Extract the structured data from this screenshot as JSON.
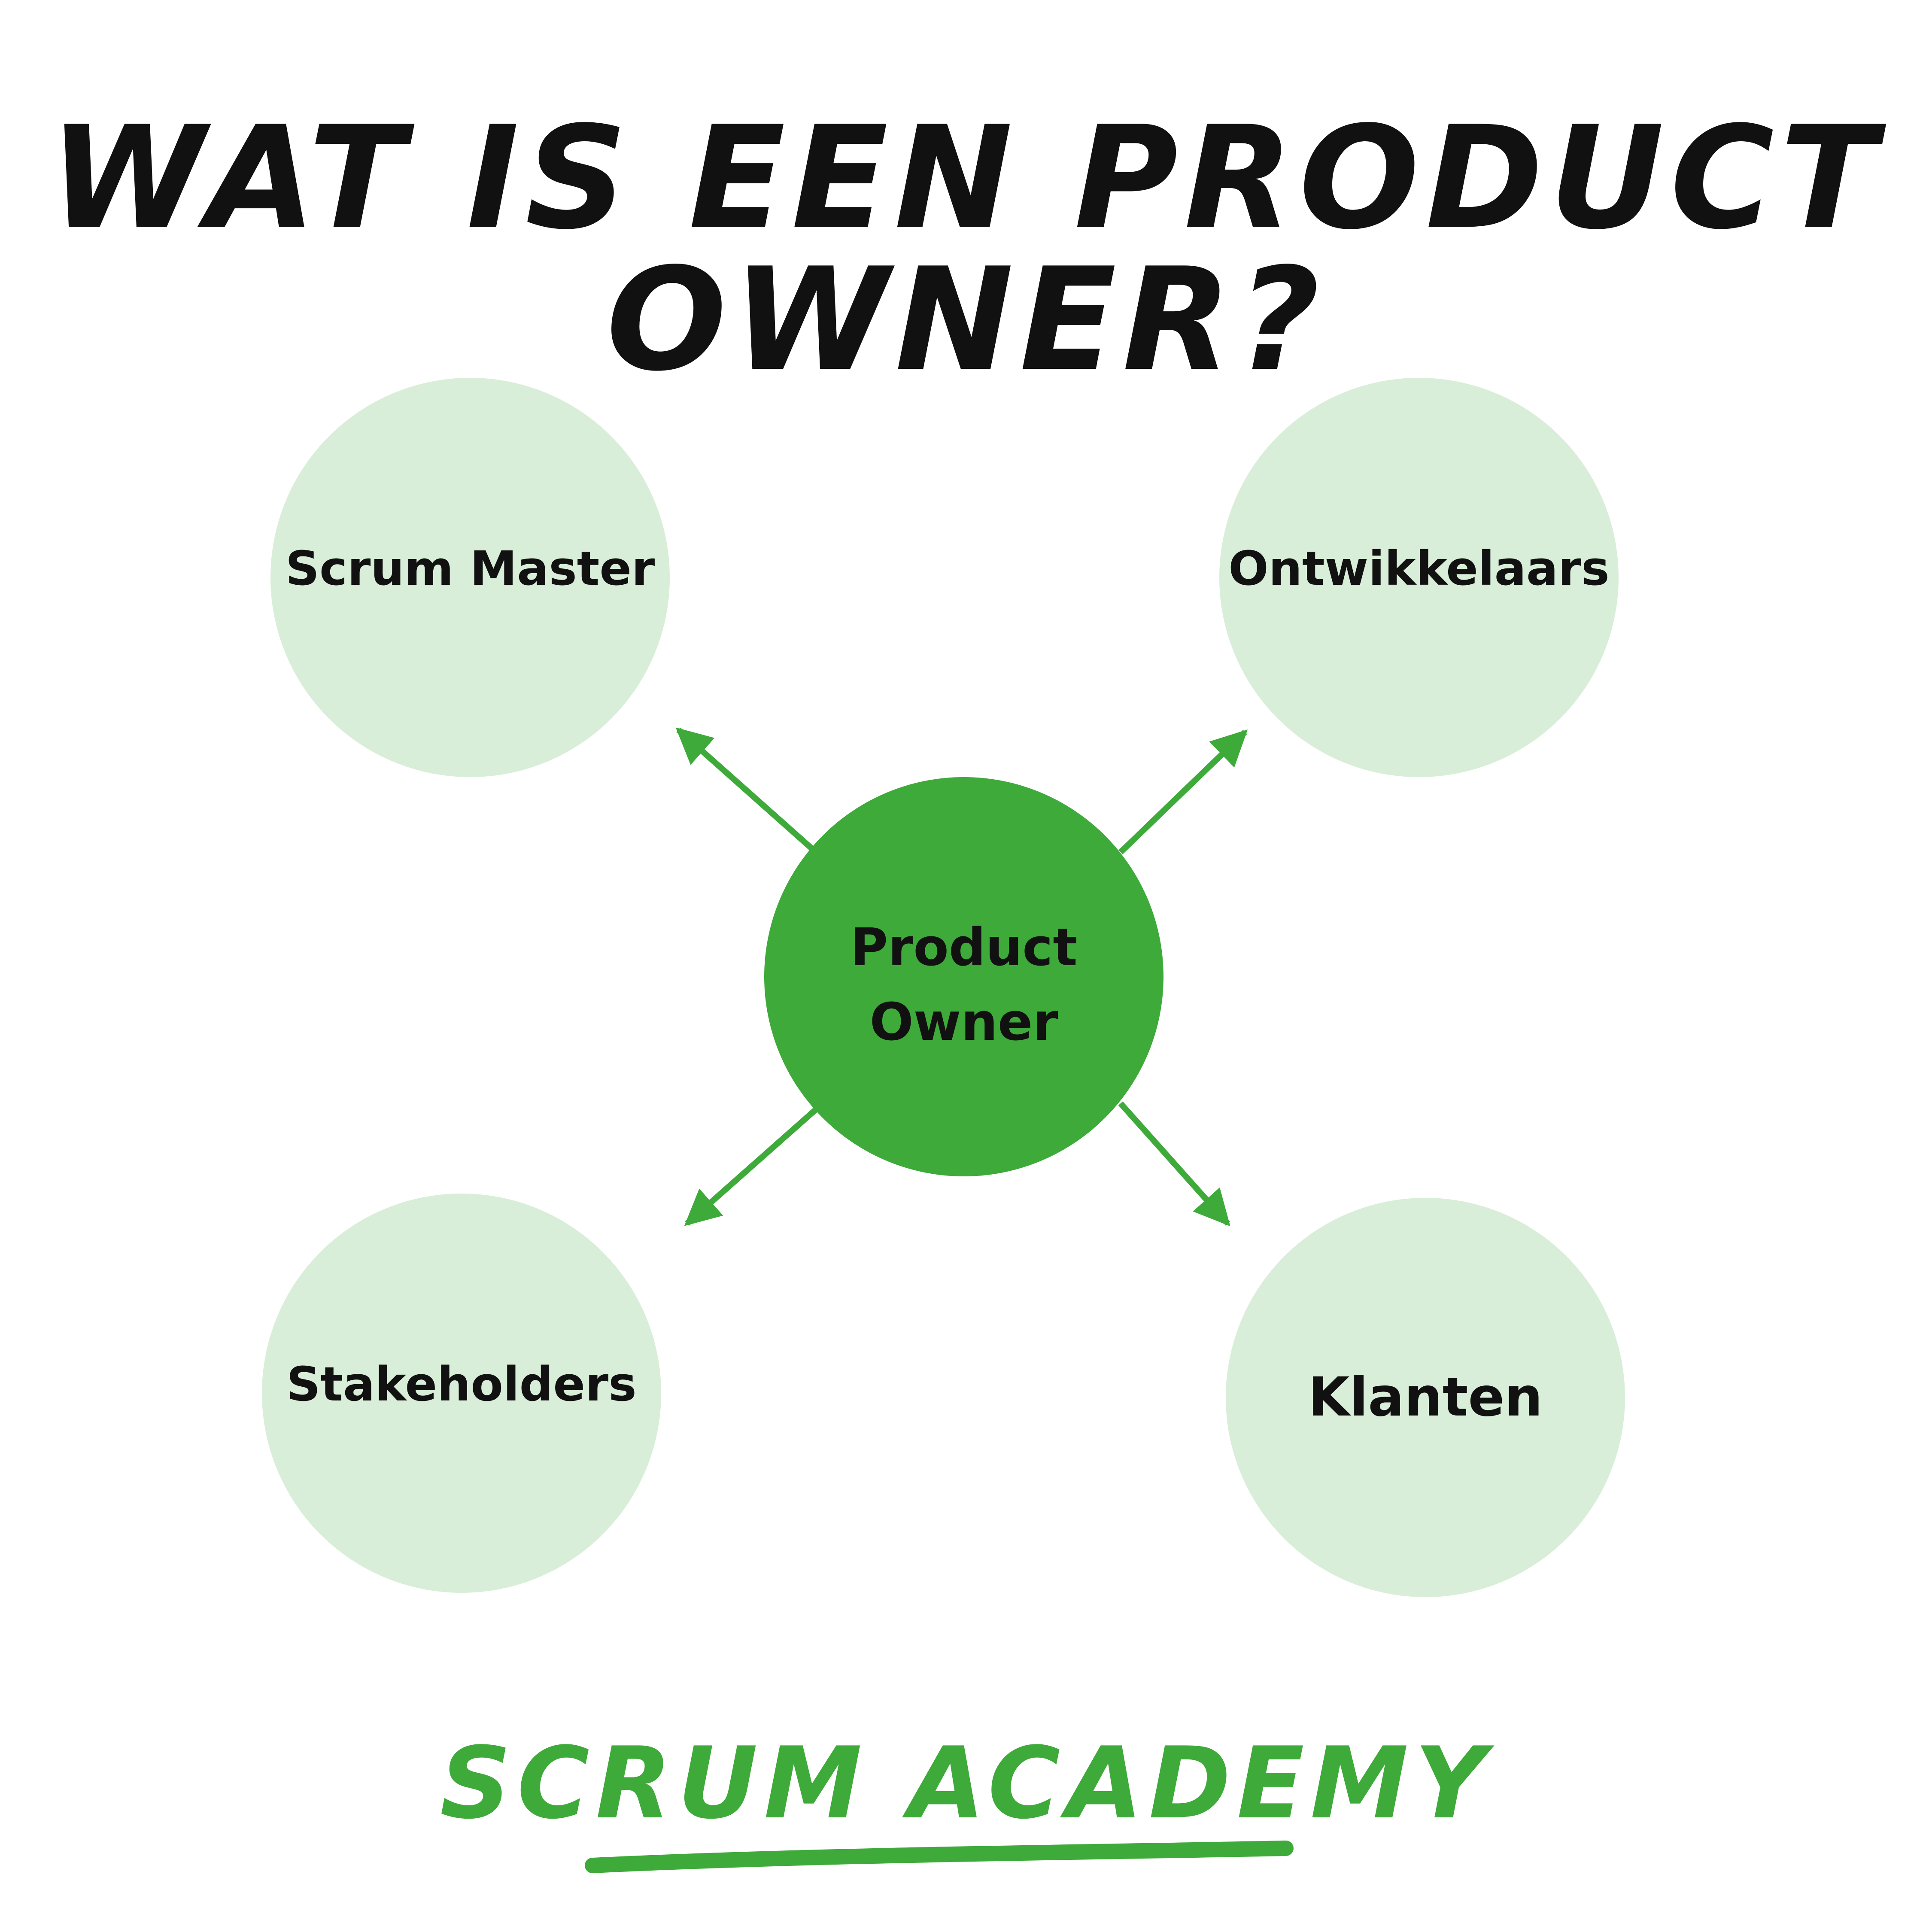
{
  "title": "WAT IS EEN PRODUCT OWNER?",
  "colors": {
    "accent": "#3eaa3a",
    "light_circle": "#d9eed8",
    "text": "#111111"
  },
  "diagram": {
    "center": "Product\nOwner",
    "nodes": {
      "top_left": "Scrum Master",
      "top_right": "Ontwikkelaars",
      "bottom_left": "Stakeholders",
      "bottom_right": "Klanten"
    }
  },
  "brand": "SCRUM ACADEMY"
}
